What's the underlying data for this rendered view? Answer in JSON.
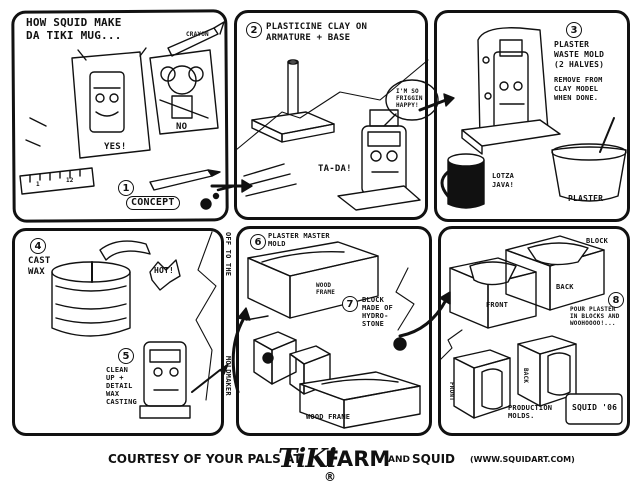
{
  "title_lines": [
    "HOW SQUID MAKE",
    "DA TIKI MUG..."
  ],
  "panels": [
    {
      "number": "1",
      "caption": "CONCEPT",
      "extras": {
        "yes": "YES!",
        "no": "NO",
        "crayon": "CRAYON",
        "ruler_numbers": [
          "1",
          "12"
        ]
      }
    },
    {
      "number": "2",
      "caption_lines": [
        "PLASTICINE CLAY ON",
        "ARMATURE + BASE"
      ],
      "extras": {
        "tada": "TA-DA!",
        "speech": [
          "I'M SO",
          "FRIGGIN",
          "HAPPY!"
        ]
      }
    },
    {
      "number": "3",
      "caption_lines": [
        "PLASTER",
        "WASTE MOLD",
        "(2 HALVES)"
      ],
      "note_lines": [
        "REMOVE FROM",
        "CLAY MODEL",
        "WHEN DONE."
      ],
      "extras": {
        "java": [
          "LOTZA",
          "JAVA!"
        ],
        "plaster": "PLASTER"
      }
    },
    {
      "number": "4",
      "caption_lines": [
        "CAST",
        "WAX"
      ],
      "extras": {
        "hot": "HOT!"
      }
    },
    {
      "number": "5",
      "caption_lines": [
        "CLEAN",
        "UP +",
        "DETAIL",
        "WAX",
        "CASTING"
      ]
    },
    {
      "number": "6",
      "caption_lines": [
        "PLASTER MASTER",
        "MOLD"
      ],
      "extras": {
        "wood_frame": [
          "WOOD",
          "FRAME"
        ],
        "wood_frame_bottom": "WOOD FRAME"
      }
    },
    {
      "number": "7",
      "caption_lines": [
        "BLOCK",
        "MADE OF",
        "HYDRO-",
        "STONE"
      ]
    },
    {
      "number": "8",
      "note_lines": [
        "POUR PLASTER",
        "IN BLOCKS AND",
        "WOOHOOOO!..."
      ],
      "extras": {
        "block": "BLOCK",
        "front": "FRONT",
        "back": "BACK",
        "front_small": "FRONT",
        "back_small": "BACK",
        "production": [
          "PRODUCTION",
          "MOLDS."
        ],
        "signature": "SQUID '06"
      }
    }
  ],
  "side_notes": {
    "off_to_the": "OFF TO THE",
    "moldmaker": "MOLDMAKER"
  },
  "footer": {
    "prefix": "COURTESY OF YOUR PALS AT",
    "brand1": "TiKi",
    "brand2": "FARM",
    "registered": "®",
    "and": "AND",
    "squid": "SQUID",
    "url": "(WWW.SQUIDART.COM)"
  }
}
